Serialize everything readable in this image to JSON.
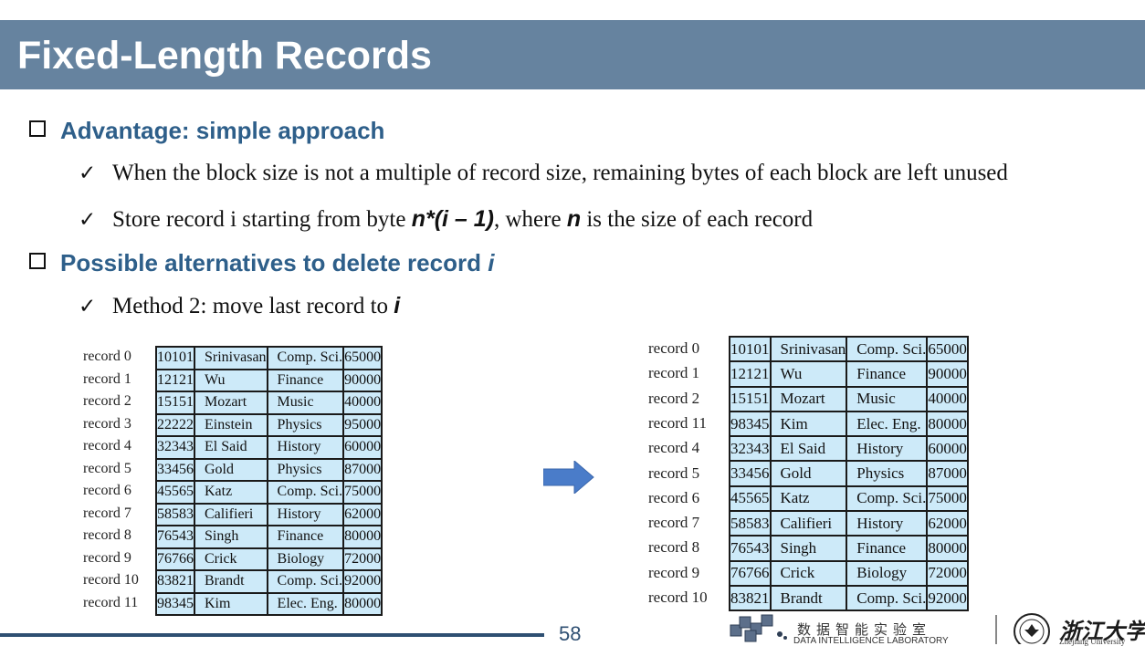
{
  "slide": {
    "title": "Fixed-Length Records",
    "page_number": "58"
  },
  "bullets": {
    "advantage": "Advantage: simple approach",
    "adv_sub1": "When the block size is not a multiple of record size, remaining bytes of each block are left unused",
    "adv_sub2_pre": "Store record i starting from byte ",
    "adv_sub2_formula": "n*(i – 1)",
    "adv_sub2_mid": ", where ",
    "adv_sub2_n": "n",
    "adv_sub2_post": " is the size of each record",
    "delete_pre": "Possible alternatives to delete record ",
    "delete_i": "i",
    "method_pre": "Method 2: move last record to ",
    "method_i": "i"
  },
  "left_table": {
    "rows": [
      {
        "label": "record 0",
        "id": "10101",
        "name": "Srinivasan",
        "dept": "Comp. Sci.",
        "salary": "65000"
      },
      {
        "label": "record 1",
        "id": "12121",
        "name": "Wu",
        "dept": "Finance",
        "salary": "90000"
      },
      {
        "label": "record 2",
        "id": "15151",
        "name": "Mozart",
        "dept": "Music",
        "salary": "40000"
      },
      {
        "label": "record 3",
        "id": "22222",
        "name": "Einstein",
        "dept": "Physics",
        "salary": "95000"
      },
      {
        "label": "record 4",
        "id": "32343",
        "name": "El Said",
        "dept": "History",
        "salary": "60000"
      },
      {
        "label": "record 5",
        "id": "33456",
        "name": "Gold",
        "dept": "Physics",
        "salary": "87000"
      },
      {
        "label": "record 6",
        "id": "45565",
        "name": "Katz",
        "dept": "Comp. Sci.",
        "salary": "75000"
      },
      {
        "label": "record 7",
        "id": "58583",
        "name": "Califieri",
        "dept": "History",
        "salary": "62000"
      },
      {
        "label": "record 8",
        "id": "76543",
        "name": "Singh",
        "dept": "Finance",
        "salary": "80000"
      },
      {
        "label": "record 9",
        "id": "76766",
        "name": "Crick",
        "dept": "Biology",
        "salary": "72000"
      },
      {
        "label": "record 10",
        "id": "83821",
        "name": "Brandt",
        "dept": "Comp. Sci.",
        "salary": "92000"
      },
      {
        "label": "record 11",
        "id": "98345",
        "name": "Kim",
        "dept": "Elec. Eng.",
        "salary": "80000"
      }
    ]
  },
  "right_table": {
    "rows": [
      {
        "label": "record 0",
        "id": "10101",
        "name": "Srinivasan",
        "dept": "Comp. Sci.",
        "salary": "65000"
      },
      {
        "label": "record 1",
        "id": "12121",
        "name": "Wu",
        "dept": "Finance",
        "salary": "90000"
      },
      {
        "label": "record 2",
        "id": "15151",
        "name": "Mozart",
        "dept": "Music",
        "salary": "40000"
      },
      {
        "label": "record 11",
        "id": "98345",
        "name": "Kim",
        "dept": "Elec. Eng.",
        "salary": "80000"
      },
      {
        "label": "record 4",
        "id": "32343",
        "name": "El Said",
        "dept": "History",
        "salary": "60000"
      },
      {
        "label": "record 5",
        "id": "33456",
        "name": "Gold",
        "dept": "Physics",
        "salary": "87000"
      },
      {
        "label": "record 6",
        "id": "45565",
        "name": "Katz",
        "dept": "Comp. Sci.",
        "salary": "75000"
      },
      {
        "label": "record 7",
        "id": "58583",
        "name": "Califieri",
        "dept": "History",
        "salary": "62000"
      },
      {
        "label": "record 8",
        "id": "76543",
        "name": "Singh",
        "dept": "Finance",
        "salary": "80000"
      },
      {
        "label": "record 9",
        "id": "76766",
        "name": "Crick",
        "dept": "Biology",
        "salary": "72000"
      },
      {
        "label": "record 10",
        "id": "83821",
        "name": "Brandt",
        "dept": "Comp. Sci.",
        "salary": "92000"
      }
    ]
  },
  "footer": {
    "lab_cn": "数据智能实验室",
    "lab_en": "DATA INTELLIGENCE LABORATORY",
    "univ_cn": "浙江大学",
    "univ_en": "Zhejiang University"
  },
  "colors": {
    "title_bar": "#66839f",
    "heading": "#2e5f8a",
    "table_fill": "#cdeaf9",
    "arrow": "#4a7cc9"
  },
  "icons": {
    "bullet": "square-bullet-icon",
    "sub_bullet": "checkmark-icon",
    "arrow": "right-arrow-icon"
  }
}
